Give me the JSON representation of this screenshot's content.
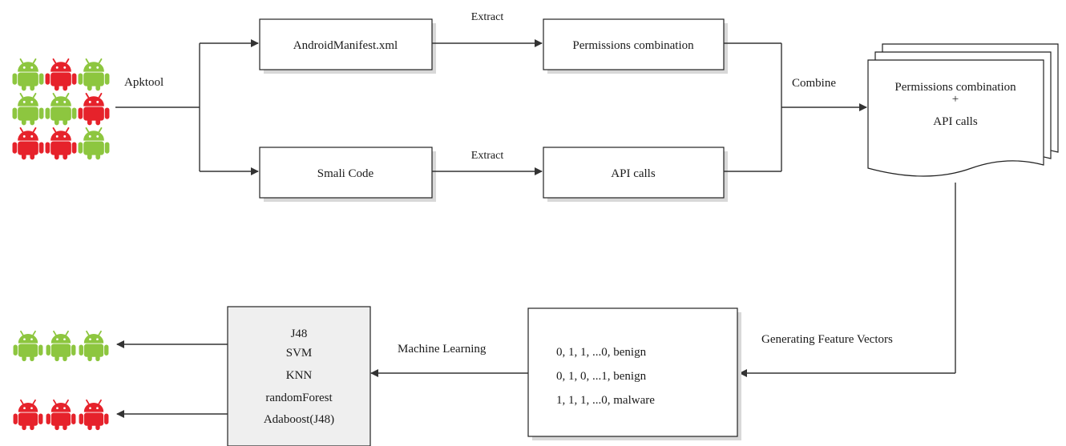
{
  "labels": {
    "apktool": "Apktool",
    "extract_top": "Extract",
    "extract_bottom": "Extract",
    "combine": "Combine",
    "feature_vectors": "Generating Feature Vectors",
    "machine_learning": "Machine  Learning"
  },
  "boxes": {
    "manifest": "AndroidManifest.xml",
    "permissions": "Permissions combination",
    "smali": "Smali Code",
    "api": "API calls"
  },
  "document": {
    "line1": "Permissions combination",
    "line2": "+",
    "line3": "API calls"
  },
  "classifiers": [
    "J48",
    "SVM",
    "KNN",
    "randomForest",
    "Adaboost(J48)"
  ],
  "vectors": [
    "0,  1,  1,   ...0,  benign",
    "0,  1,  0,   ...1,  benign",
    "1,  1,  1,   ...0,  malware"
  ],
  "colors": {
    "android_benign": "#8dc63f",
    "android_malware": "#e6222b"
  },
  "icons": {
    "input_grid": [
      "benign",
      "malware",
      "benign",
      "benign",
      "benign",
      "malware",
      "malware",
      "malware",
      "benign"
    ],
    "output_benign": [
      "benign",
      "benign",
      "benign"
    ],
    "output_malware": [
      "malware",
      "malware",
      "malware"
    ]
  }
}
